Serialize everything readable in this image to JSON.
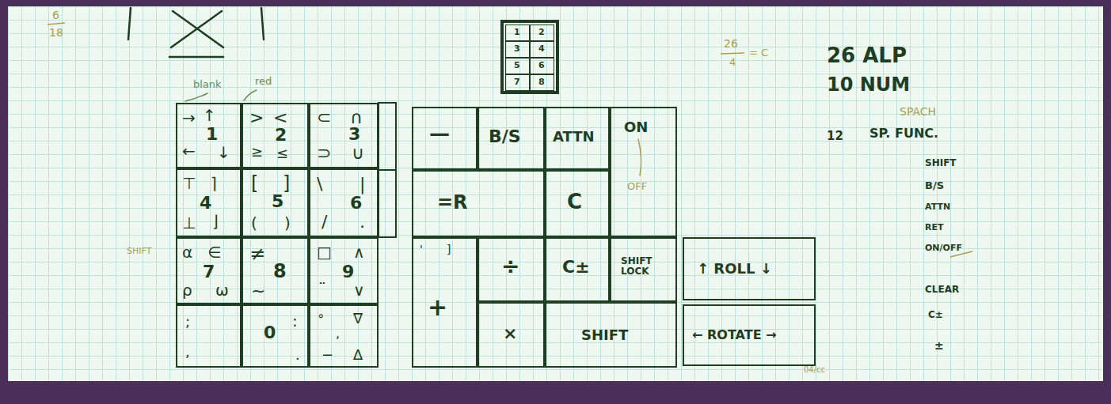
{
  "diagram": {
    "nodes": [
      {
        "text": [
          "1"
        ]
      },
      {
        "text": [
          "2"
        ]
      },
      {
        "text": [
          "3"
        ]
      },
      {
        "text": [
          "4"
        ]
      },
      {
        "text": [
          "5"
        ]
      },
      {
        "text": [
          "6"
        ]
      },
      {
        "text": [
          "7"
        ]
      },
      {
        "text": [
          "8"
        ]
      },
      {
        "text": [
          "→",
          "↑",
          "1",
          "←",
          "↓"
        ]
      },
      {
        "text": [
          ">",
          "<",
          "2",
          "≥",
          "≤"
        ]
      },
      {
        "text": [
          "⊂",
          "∩",
          "3",
          "⊃",
          "∪"
        ]
      },
      {
        "text": [
          "⊤",
          "⌉",
          "4",
          "⊥",
          "⌋"
        ]
      },
      {
        "text": [
          "[",
          "]",
          "5",
          "(",
          ")"
        ]
      },
      {
        "text": [
          "\\",
          "|",
          "6",
          "/",
          "."
        ]
      },
      {
        "text": [
          "α",
          "∈",
          "7",
          "ρ",
          "ω"
        ]
      },
      {
        "text": [
          "≠",
          "8",
          "~"
        ]
      },
      {
        "text": [
          "□",
          "∧",
          "9",
          "¨",
          "∨"
        ]
      },
      {
        "text": [
          ";",
          ","
        ]
      },
      {
        "text": [
          "0",
          ":",
          "."
        ]
      },
      {
        "text": [
          "∘",
          "∇",
          ",",
          "−",
          "∆"
        ]
      },
      {
        "text": [
          "—"
        ]
      },
      {
        "text": [
          "B/S"
        ]
      },
      {
        "text": [
          "ATTN"
        ]
      },
      {
        "text": [
          "ON",
          "OFF"
        ]
      },
      {
        "text": [
          "=R"
        ]
      },
      {
        "text": [
          "C"
        ]
      },
      {
        "text": [
          "'",
          "]",
          "+"
        ]
      },
      {
        "text": [
          "÷"
        ]
      },
      {
        "text": [
          "C±"
        ]
      },
      {
        "text": [
          "SHIFT LOCK"
        ]
      },
      {
        "text": [
          "×"
        ]
      },
      {
        "text": [
          "SHIFT"
        ]
      },
      {
        "text": [
          "↑ ROLL ↓"
        ]
      },
      {
        "text": [
          "← ROTATE →"
        ]
      }
    ],
    "labels": [
      "6",
      "18",
      "blank",
      "red",
      "SHIFT",
      "26",
      "4",
      "= C",
      "26 ALP",
      "10 NUM",
      "SPACH",
      "12",
      "SP. FUNC.",
      "SHIFT",
      "B/S",
      "ATTN",
      "RET",
      "ON/OFF",
      "CLEAR",
      "C±",
      "±",
      "04/cc"
    ]
  }
}
